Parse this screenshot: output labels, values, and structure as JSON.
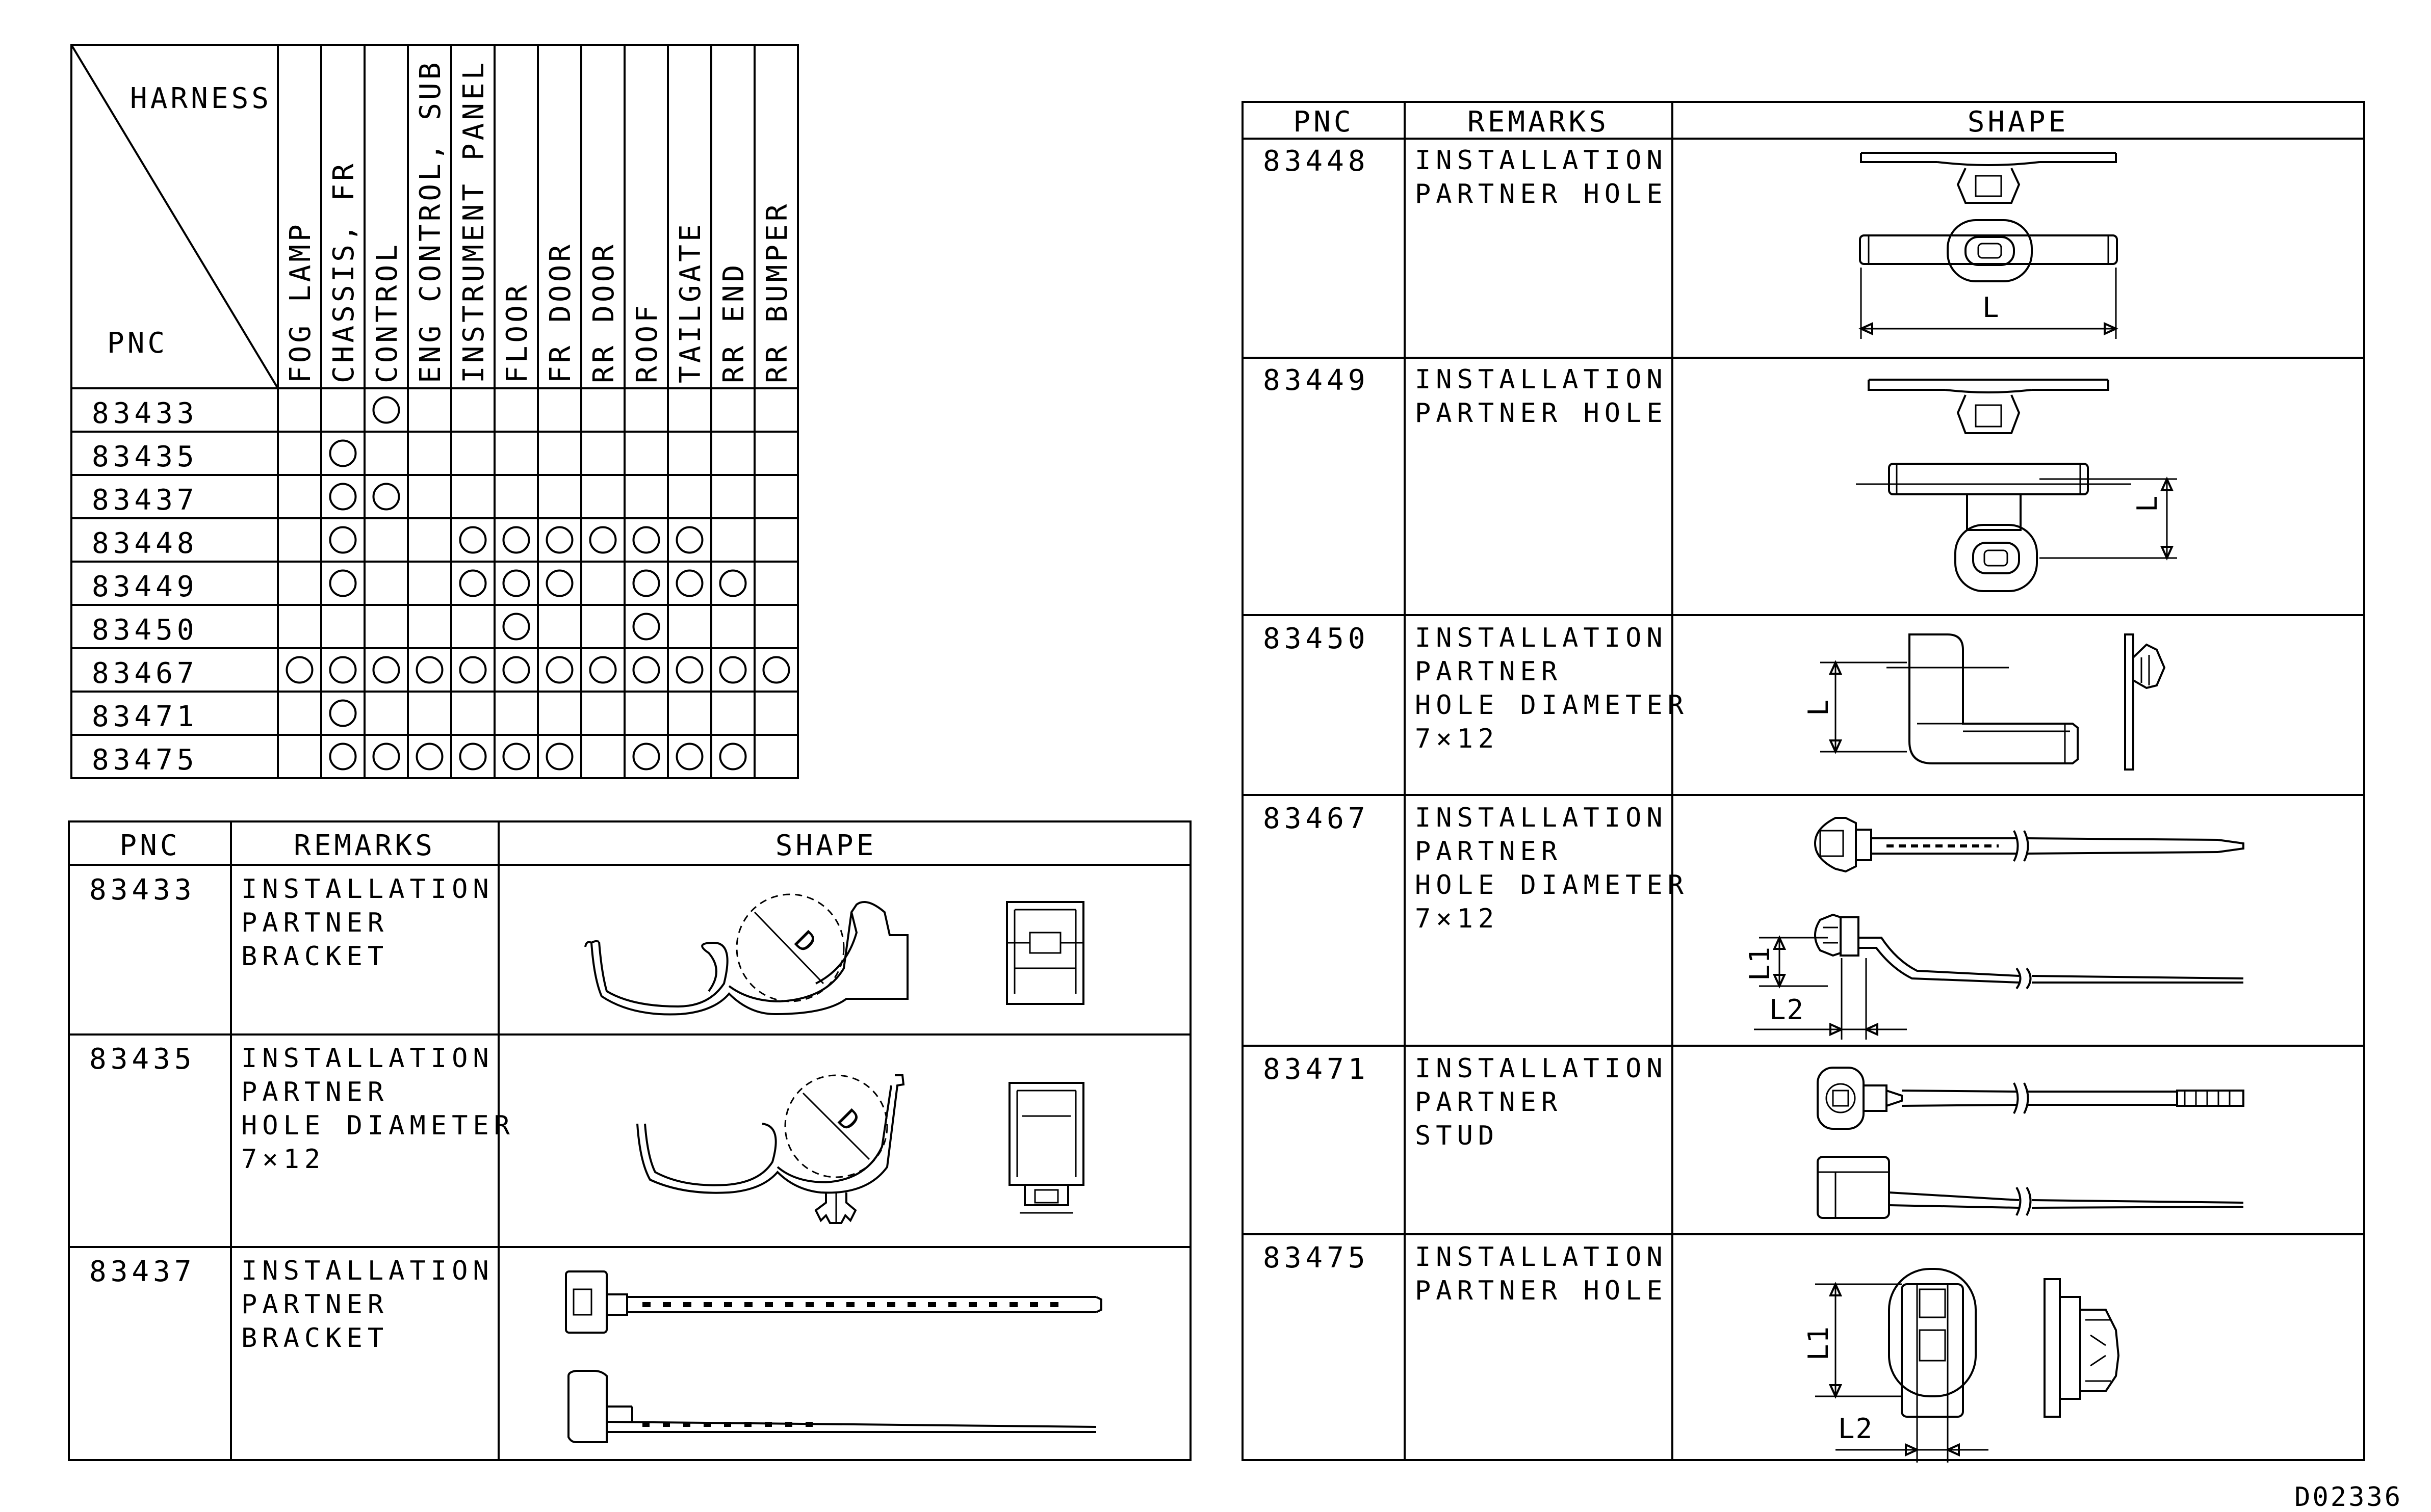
{
  "matrix": {
    "corner_top": "HARNESS",
    "corner_bottom": "PNC",
    "columns": [
      "FOG LAMP",
      "CHASSIS, FR",
      "CONTROL",
      "ENG CONTROL, SUB",
      "INSTRUMENT PANEL",
      "FLOOR",
      "FR DOOR",
      "RR DOOR",
      "ROOF",
      "TAILGATE",
      "RR END",
      "RR BUMPER"
    ],
    "rows": [
      {
        "pnc": "83433",
        "marks": [
          0,
          0,
          1,
          0,
          0,
          0,
          0,
          0,
          0,
          0,
          0,
          0
        ]
      },
      {
        "pnc": "83435",
        "marks": [
          0,
          1,
          0,
          0,
          0,
          0,
          0,
          0,
          0,
          0,
          0,
          0
        ]
      },
      {
        "pnc": "83437",
        "marks": [
          0,
          1,
          1,
          0,
          0,
          0,
          0,
          0,
          0,
          0,
          0,
          0
        ]
      },
      {
        "pnc": "83448",
        "marks": [
          0,
          1,
          0,
          0,
          1,
          1,
          1,
          1,
          1,
          1,
          0,
          0
        ]
      },
      {
        "pnc": "83449",
        "marks": [
          0,
          1,
          0,
          0,
          1,
          1,
          1,
          0,
          1,
          1,
          1,
          0
        ]
      },
      {
        "pnc": "83450",
        "marks": [
          0,
          0,
          0,
          0,
          0,
          1,
          0,
          0,
          1,
          0,
          0,
          0
        ]
      },
      {
        "pnc": "83467",
        "marks": [
          1,
          1,
          1,
          1,
          1,
          1,
          1,
          1,
          1,
          1,
          1,
          1
        ]
      },
      {
        "pnc": "83471",
        "marks": [
          0,
          1,
          0,
          0,
          0,
          0,
          0,
          0,
          0,
          0,
          0,
          0
        ]
      },
      {
        "pnc": "83475",
        "marks": [
          0,
          1,
          1,
          1,
          1,
          1,
          1,
          0,
          1,
          1,
          1,
          0
        ]
      }
    ]
  },
  "shape_table": {
    "headers": {
      "pnc": "PNC",
      "remarks": "REMARKS",
      "shape": "SHAPE"
    },
    "left_rows": [
      {
        "pnc": "83433",
        "remarks": [
          "INSTALLATION",
          "PARTNER",
          "BRACKET"
        ],
        "dims": [
          "D"
        ]
      },
      {
        "pnc": "83435",
        "remarks": [
          "INSTALLATION",
          "PARTNER",
          "HOLE DIAMETER",
          "7×12"
        ],
        "dims": [
          "D"
        ]
      },
      {
        "pnc": "83437",
        "remarks": [
          "INSTALLATION",
          "PARTNER",
          "BRACKET"
        ],
        "dims": []
      }
    ],
    "right_rows": [
      {
        "pnc": "83448",
        "remarks": [
          "INSTALLATION",
          "PARTNER HOLE"
        ],
        "dims": [
          "L"
        ]
      },
      {
        "pnc": "83449",
        "remarks": [
          "INSTALLATION",
          "PARTNER HOLE"
        ],
        "dims": [
          "L"
        ]
      },
      {
        "pnc": "83450",
        "remarks": [
          "INSTALLATION",
          "PARTNER",
          "HOLE DIAMETER",
          "7×12"
        ],
        "dims": [
          "L"
        ]
      },
      {
        "pnc": "83467",
        "remarks": [
          "INSTALLATION",
          "PARTNER",
          "HOLE DIAMETER",
          "7×12"
        ],
        "dims": [
          "L1",
          "L2"
        ]
      },
      {
        "pnc": "83471",
        "remarks": [
          "INSTALLATION",
          "PARTNER",
          "STUD"
        ],
        "dims": []
      },
      {
        "pnc": "83475",
        "remarks": [
          "INSTALLATION",
          "PARTNER HOLE"
        ],
        "dims": [
          "L1",
          "L2"
        ]
      }
    ]
  },
  "drawing_code": "D02336"
}
